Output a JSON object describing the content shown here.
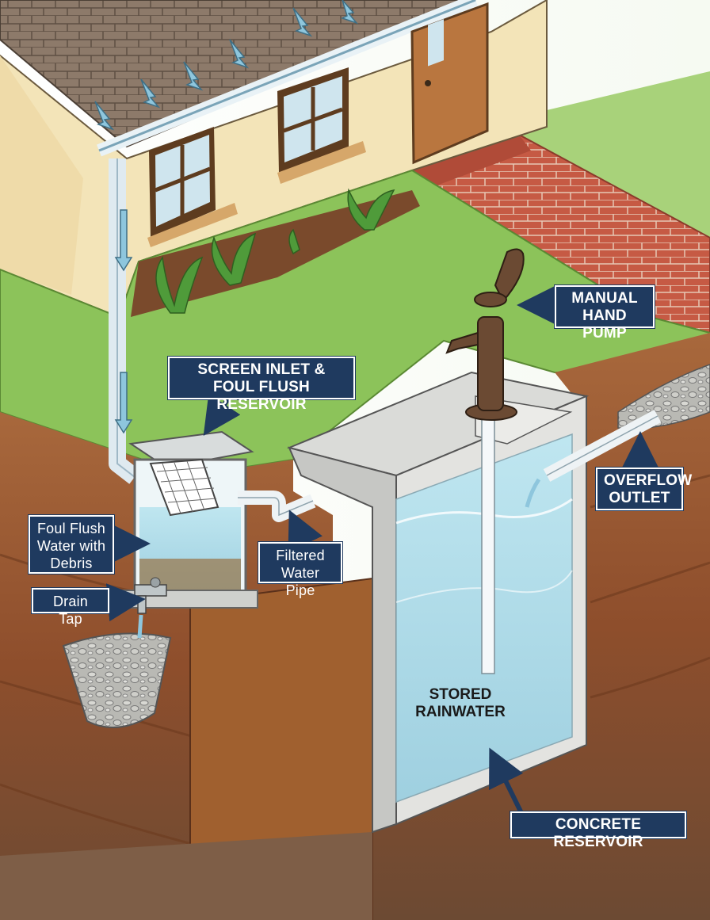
{
  "labels": {
    "manual_hand_pump": "MANUAL\nHAND PUMP",
    "screen_inlet": "SCREEN INLET &\nFOUL FLUSH RESERVOIR",
    "overflow_outlet": "OVERFLOW\nOUTLET",
    "foul_flush_water": "Foul Flush\nWater with\nDebris",
    "filtered_water_pipe": "Filtered\nWater Pipe",
    "drain_tap": "Drain Tap",
    "stored_rainwater": "STORED\nRAINWATER",
    "concrete_reservoir": "CONCRETE RESERVOIR"
  },
  "colors": {
    "callout_bg": "#1f3a5f",
    "callout_text": "#ffffff",
    "water": "#a9d8e6",
    "grass": "#8cc35a",
    "soil": "#9a5a34",
    "brick": "#c65a44",
    "concrete": "#cfd0cd",
    "wall": "#f3e4b8",
    "roof": "#8d7a6a"
  },
  "icons": [
    "rain-arrow-icon",
    "downflow-arrow-icon",
    "callout-arrow-icon"
  ]
}
